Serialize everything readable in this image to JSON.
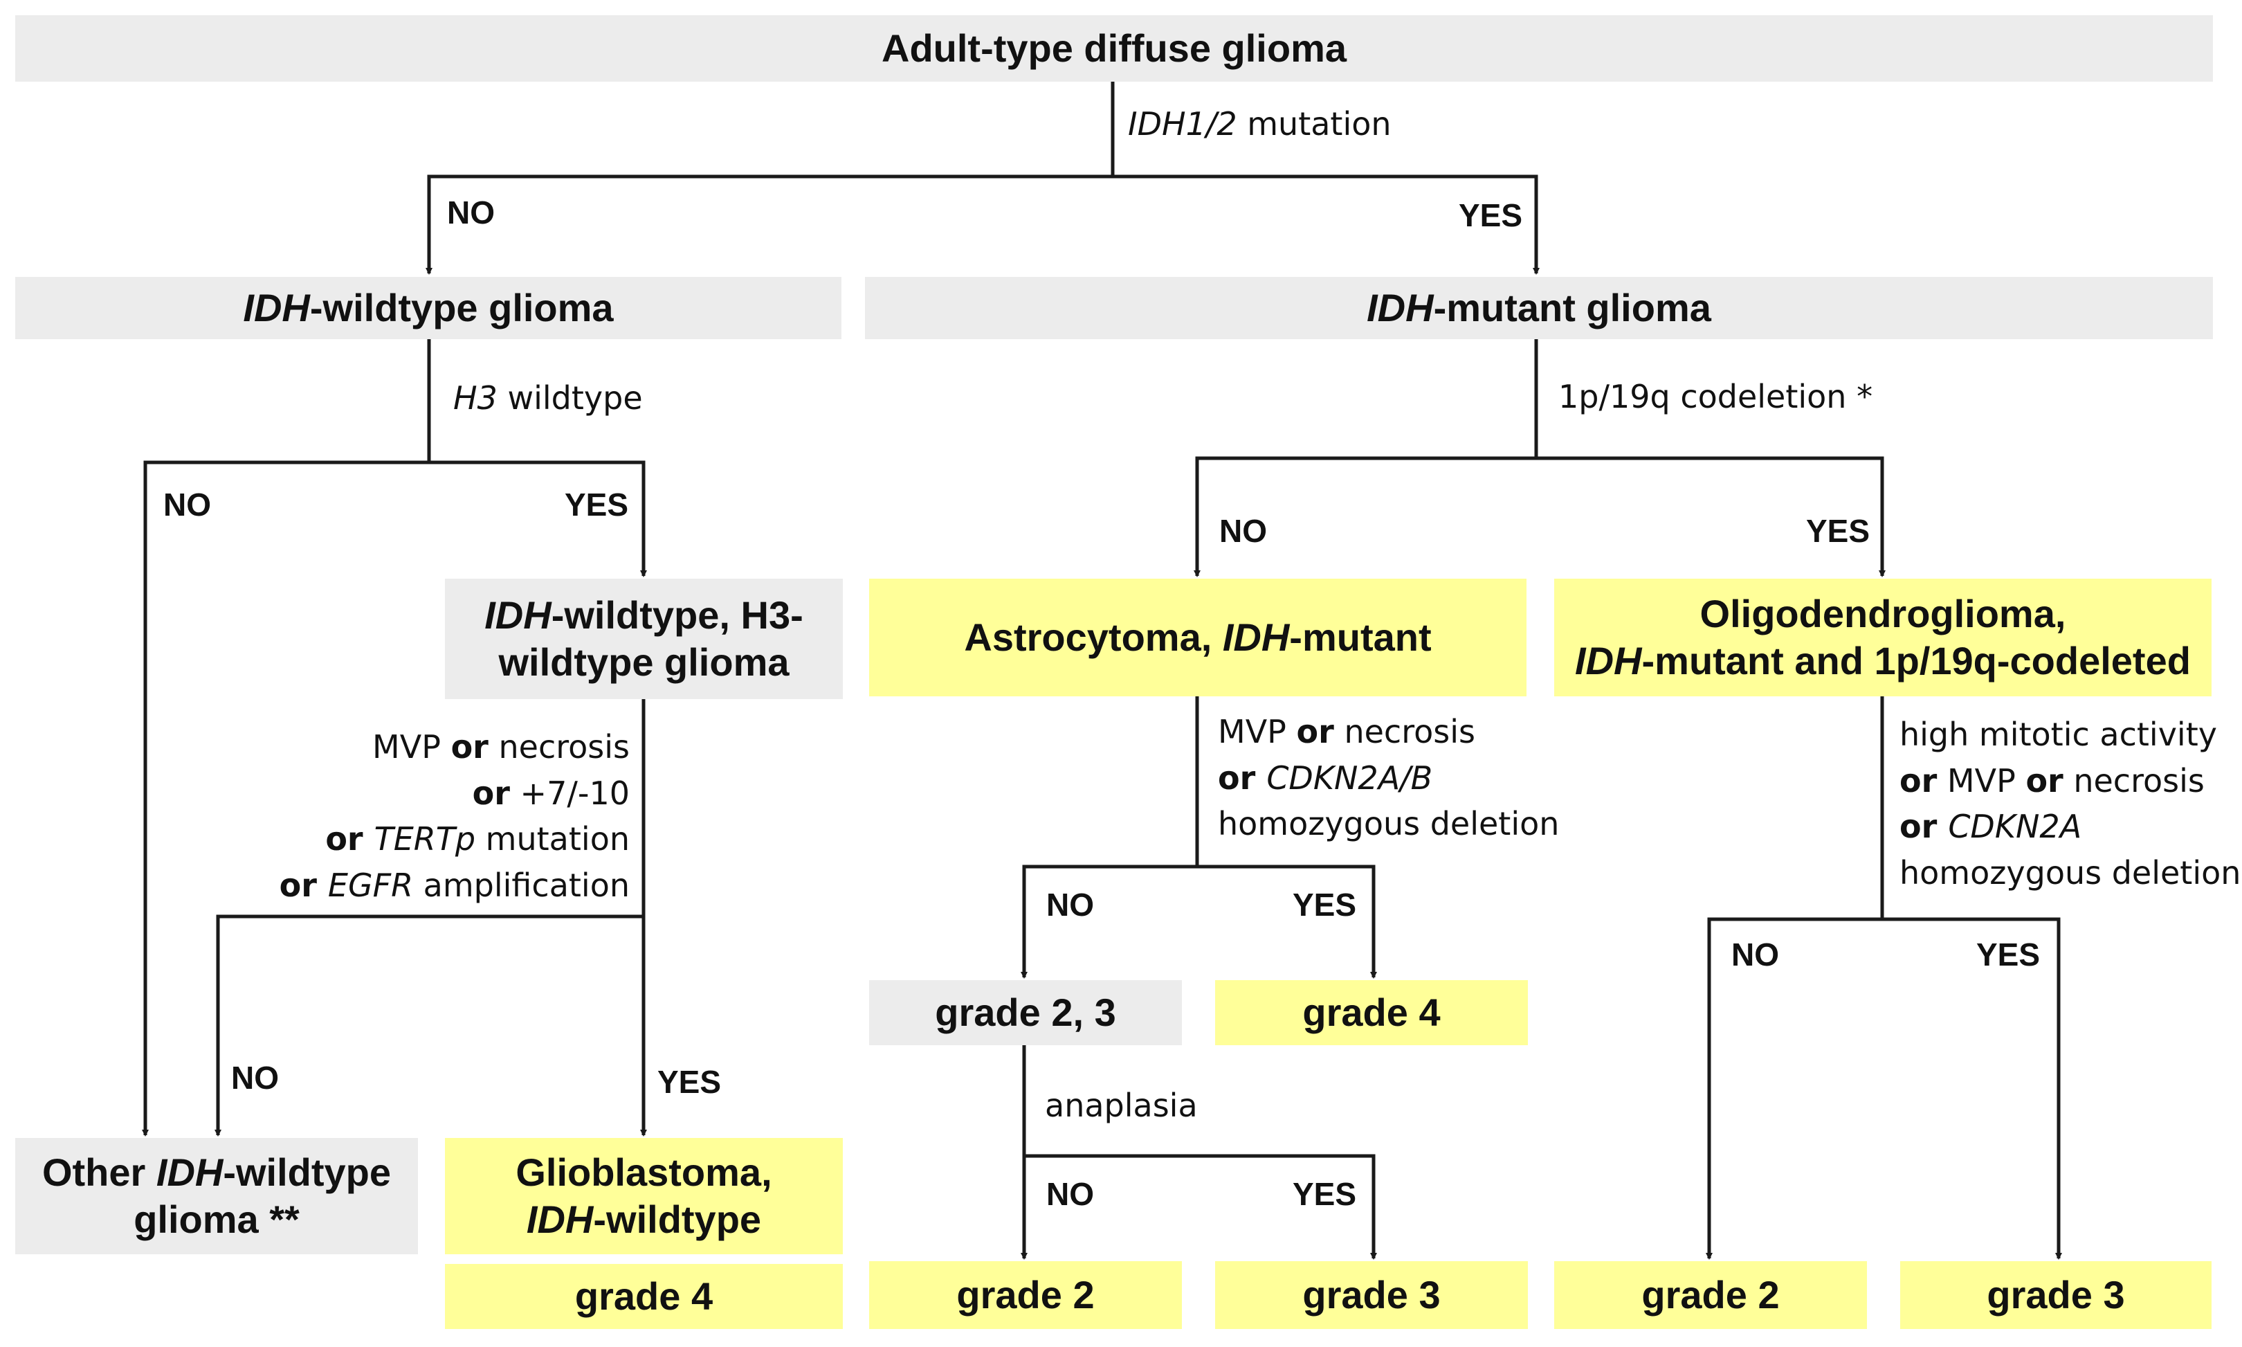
{
  "colors": {
    "grey_box": "#ececec",
    "yellow_box": "#ffff99",
    "line": "#1a1a1a"
  },
  "boxes": {
    "root": "Adult-type diffuse glioma",
    "idh_wildtype": {
      "em": "IDH",
      "rest": "-wildtype glioma"
    },
    "idh_mutant": {
      "em": "IDH",
      "rest": "-mutant glioma"
    },
    "idh_wt_h3_wt": {
      "em": "IDH",
      "rest": "-wildtype, H3-",
      "line2": "wildtype glioma"
    },
    "astrocytoma": {
      "pre": "Astrocytoma, ",
      "em": "IDH",
      "post": "-mutant"
    },
    "oligo": {
      "line1": "Oligodendroglioma,",
      "em": "IDH",
      "line2_rest": "-mutant and 1p/19q-codeleted"
    },
    "other": {
      "pre": "Other ",
      "em": "IDH",
      "post": "-wildtype",
      "line2": "glioma **"
    },
    "glioblastoma": {
      "line1": "Glioblastoma,",
      "em": "IDH",
      "line2_rest": "-wildtype"
    },
    "gbm_grade": "grade 4",
    "astro_grade23": "grade 2, 3",
    "astro_grade4": "grade 4",
    "astro_grade2": "grade 2",
    "astro_grade3": "grade 3",
    "oligo_grade2": "grade 2",
    "oligo_grade3": "grade 3"
  },
  "criteria": {
    "idh": {
      "em": "IDH1/2",
      "rest": " mutation"
    },
    "h3": {
      "em": "H3",
      "rest": " wildtype"
    },
    "codel": "1p/19q codeletion *",
    "gbm": {
      "l1_a": "MVP ",
      "l1_b": "or",
      "l1_c": " necrosis",
      "l2_a": "or",
      "l2_b": " +7/-10",
      "l3_a": "or ",
      "l3_b": "TERTp",
      "l3_c": " mutation",
      "l4_a": "or ",
      "l4_b": "EGFR",
      "l4_c": " amplification"
    },
    "astro": {
      "l1_a": "MVP ",
      "l1_b": "or",
      "l1_c": " necrosis",
      "l2_a": "or ",
      "l2_b": "CDKN2A/B",
      "l3": "homozygous deletion"
    },
    "oligo": {
      "l1": "high mitotic activity",
      "l2_a": "or",
      "l2_b": " MVP ",
      "l2_c": "or",
      "l2_d": " necrosis",
      "l3_a": "or ",
      "l3_b": "CDKN2A",
      "l4": "homozygous deletion"
    },
    "anaplasia": "anaplasia"
  },
  "branch_labels": {
    "no": "NO",
    "yes": "YES"
  }
}
